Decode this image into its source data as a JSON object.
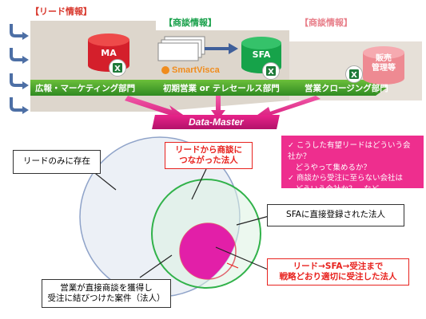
{
  "sections": {
    "lead": {
      "title": "【リード情報】",
      "db": "MA",
      "band": "広報・マーケティング部門",
      "color": "#d8362b"
    },
    "deal": {
      "title": "【商談情報】",
      "db": "SFA",
      "band": "初期営業 or テレセールス部門",
      "color": "#18a04a"
    },
    "negotiation": {
      "title": "【商談情報】",
      "db_line1": "販売",
      "db_line2": "管理等",
      "band": "営業クロージング部門",
      "color": "#e87f8a"
    }
  },
  "logo": {
    "text": "SmartVisca"
  },
  "hub": {
    "text": "Data-Master"
  },
  "note": {
    "line1": "✓ こうした有望リードはどういう会社か？",
    "line2": "　どうやって集めるか？",
    "line3": "✓ 商談から受注に至らない会社は",
    "line4": "　どういう会社か？…など"
  },
  "callouts": {
    "lead_only": "リードのみに存在",
    "lead_to_deal_line1": "リードから商談に",
    "lead_to_deal_line2": "つながった法人",
    "sfa_direct": "SFAに直接登録された法人",
    "strategic_line1": "リード→SFA→受注まで",
    "strategic_line2": "戦略どおり適切に受注した法人",
    "sales_direct_line1": "営業が直接商談を獲得し",
    "sales_direct_line2": "受注に結びつけた案件（法人）"
  },
  "icons": {
    "excel": "X"
  }
}
